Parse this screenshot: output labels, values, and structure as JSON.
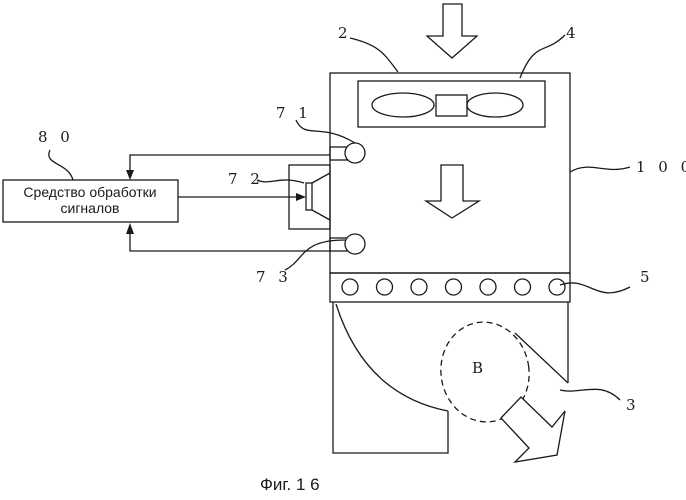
{
  "figure": {
    "caption": "Фиг. 1 6"
  },
  "processor_box": {
    "ref": "8 0",
    "line1": "Средство обработки",
    "line2": "сигналов"
  },
  "labels": {
    "housing_top": "2",
    "fan": "4",
    "sensor_upper": "7 1",
    "speaker": "7 2",
    "sensor_lower": "7 3",
    "device": "1 0 0",
    "nozzles": "5",
    "outlet": "3",
    "zone": "B"
  },
  "nozzle_count": 7
}
